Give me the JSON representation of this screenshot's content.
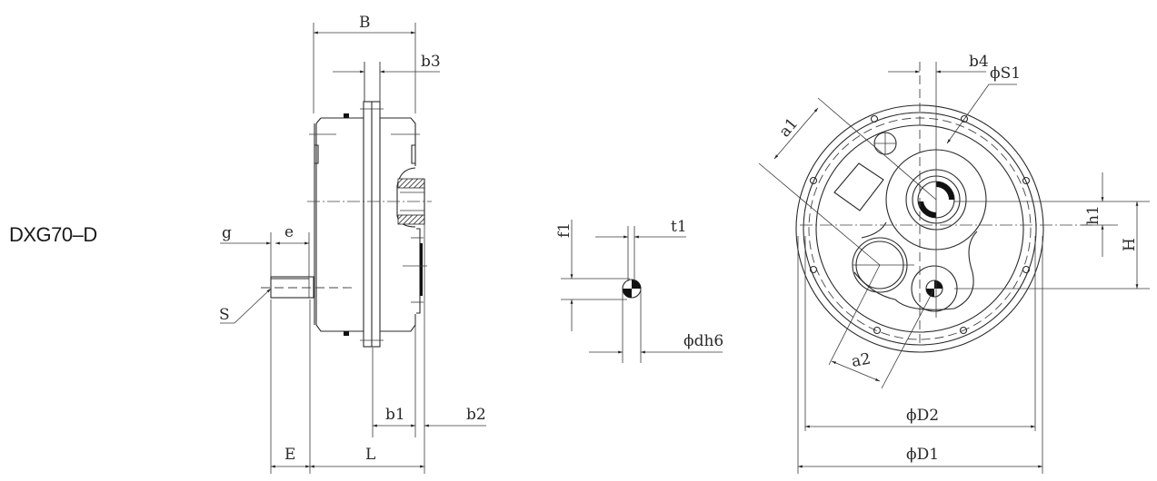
{
  "title": "DXG70–D",
  "side_view": {
    "labels": {
      "B": "B",
      "b3": "b3",
      "g": "g",
      "e": "e",
      "S": "S",
      "b1": "b1",
      "b2": "b2",
      "E": "E",
      "L": "L"
    }
  },
  "key_detail": {
    "labels": {
      "f1": "f1",
      "t1": "t1",
      "dh6": "ϕdh6"
    }
  },
  "front_view": {
    "labels": {
      "b4": "b4",
      "S1": "ϕS1",
      "a1": "a1",
      "a2": "a2",
      "h1": "h1",
      "H": "H",
      "D2": "ϕD2",
      "D1": "ϕD1"
    }
  }
}
